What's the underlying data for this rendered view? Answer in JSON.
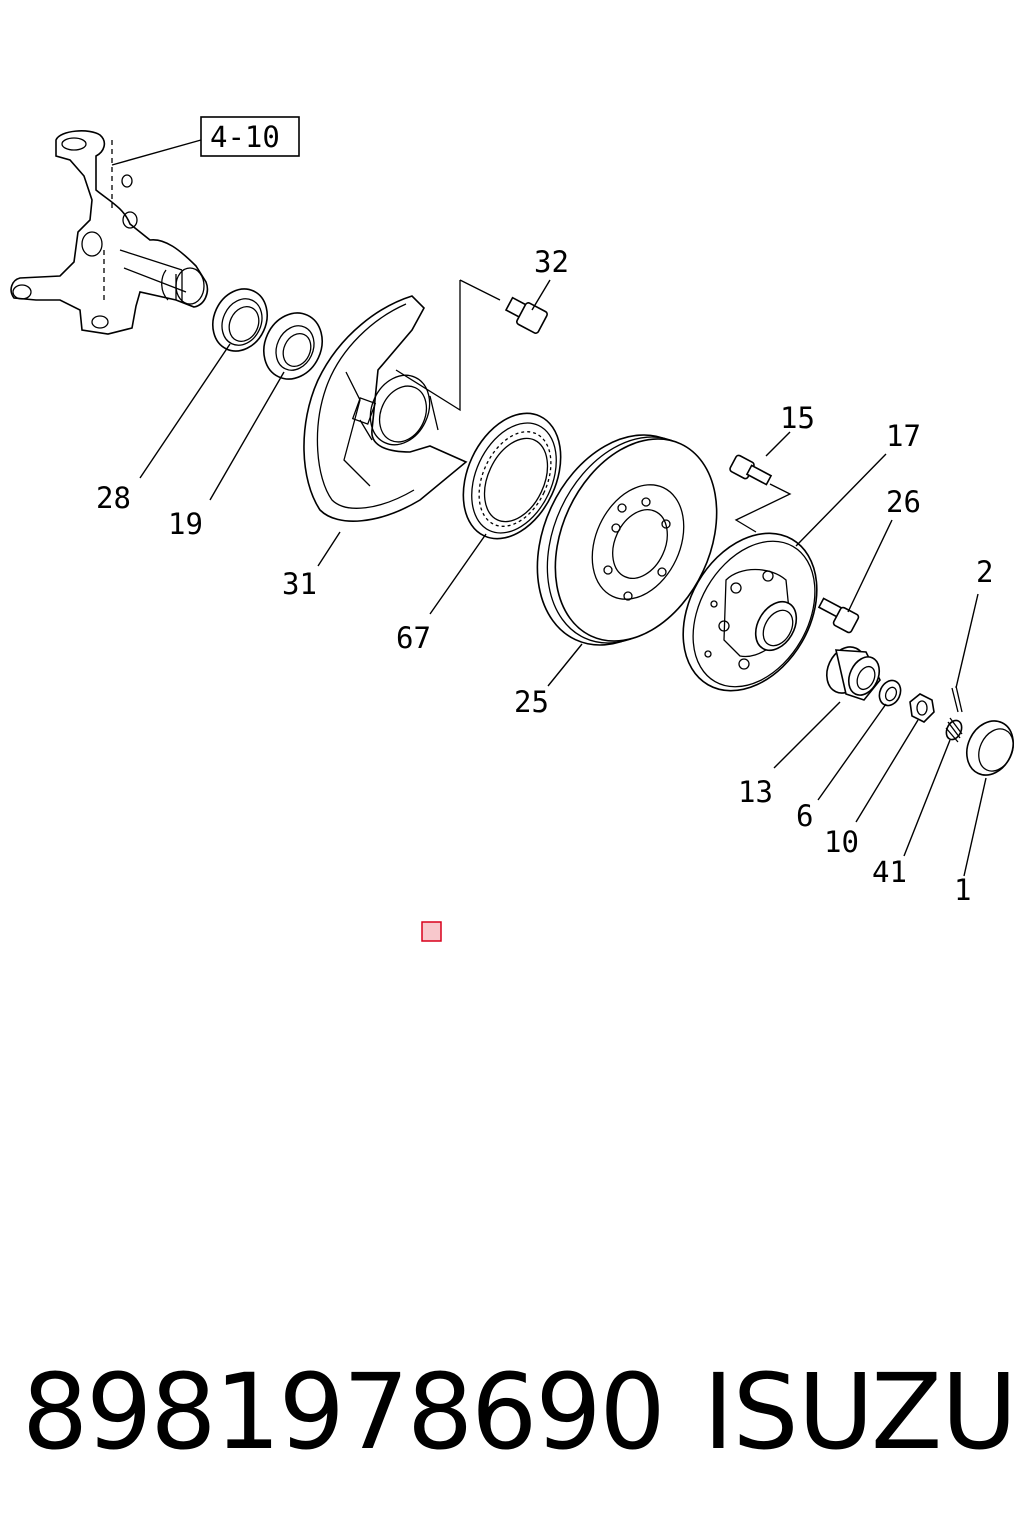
{
  "reference_label": "4-10",
  "callouts": [
    {
      "id": "c32",
      "text": "32"
    },
    {
      "id": "c28",
      "text": "28"
    },
    {
      "id": "c19",
      "text": "19"
    },
    {
      "id": "c31",
      "text": "31"
    },
    {
      "id": "c67",
      "text": "67"
    },
    {
      "id": "c25",
      "text": "25"
    },
    {
      "id": "c15",
      "text": "15"
    },
    {
      "id": "c17",
      "text": "17"
    },
    {
      "id": "c26",
      "text": "26"
    },
    {
      "id": "c2",
      "text": "2"
    },
    {
      "id": "c13",
      "text": "13"
    },
    {
      "id": "c6",
      "text": "6"
    },
    {
      "id": "c10",
      "text": "10"
    },
    {
      "id": "c41",
      "text": "41"
    },
    {
      "id": "c1",
      "text": "1"
    }
  ],
  "footer": {
    "part_number": "8981978690",
    "brand": "ISUZU"
  },
  "colors": {
    "line": "#000000",
    "marker": "#d9001b",
    "marker_fill": "#f8c8cc"
  }
}
